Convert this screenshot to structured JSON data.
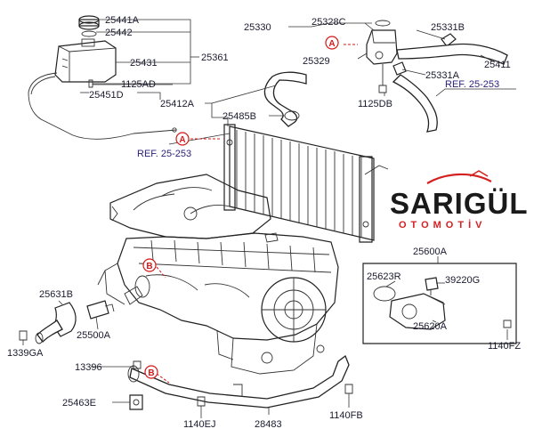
{
  "labels": {
    "p25441A": "25441A",
    "p25442": "25442",
    "p25431": "25431",
    "p25361": "25361",
    "p1125AD": "1125AD",
    "p25451D": "25451D",
    "p25330": "25330",
    "p25328C": "25328C",
    "p25331B": "25331B",
    "p25329": "25329",
    "p25411": "25411",
    "p25331A": "25331A",
    "p1125DB": "1125DB",
    "p25412A": "25412A",
    "p25485B": "25485B",
    "p25600A": "25600A",
    "p25623R": "25623R",
    "p39220G": "39220G",
    "p25631B": "25631B",
    "p25500A": "25500A",
    "p25620A": "25620A",
    "p1339GA": "1339GA",
    "p1140FZ": "1140FZ",
    "p13396": "13396",
    "p25463E": "25463E",
    "p1140EJ": "1140EJ",
    "p28483": "28483",
    "p1140FB": "1140FB"
  },
  "refs": {
    "ref_top": "REF. 25-253",
    "ref_left": "REF. 25-253"
  },
  "markers": {
    "a1": "A",
    "a2": "A",
    "b1": "B",
    "b2": "B"
  },
  "brand": {
    "name": "SARIGÜL",
    "tagline": "OTOMOTİV",
    "accent_color": "#d42020",
    "text_color": "#1a1a1a"
  },
  "colors": {
    "marker": "#d21a1a",
    "ref_text": "#2a1f7a",
    "line": "#222222"
  }
}
